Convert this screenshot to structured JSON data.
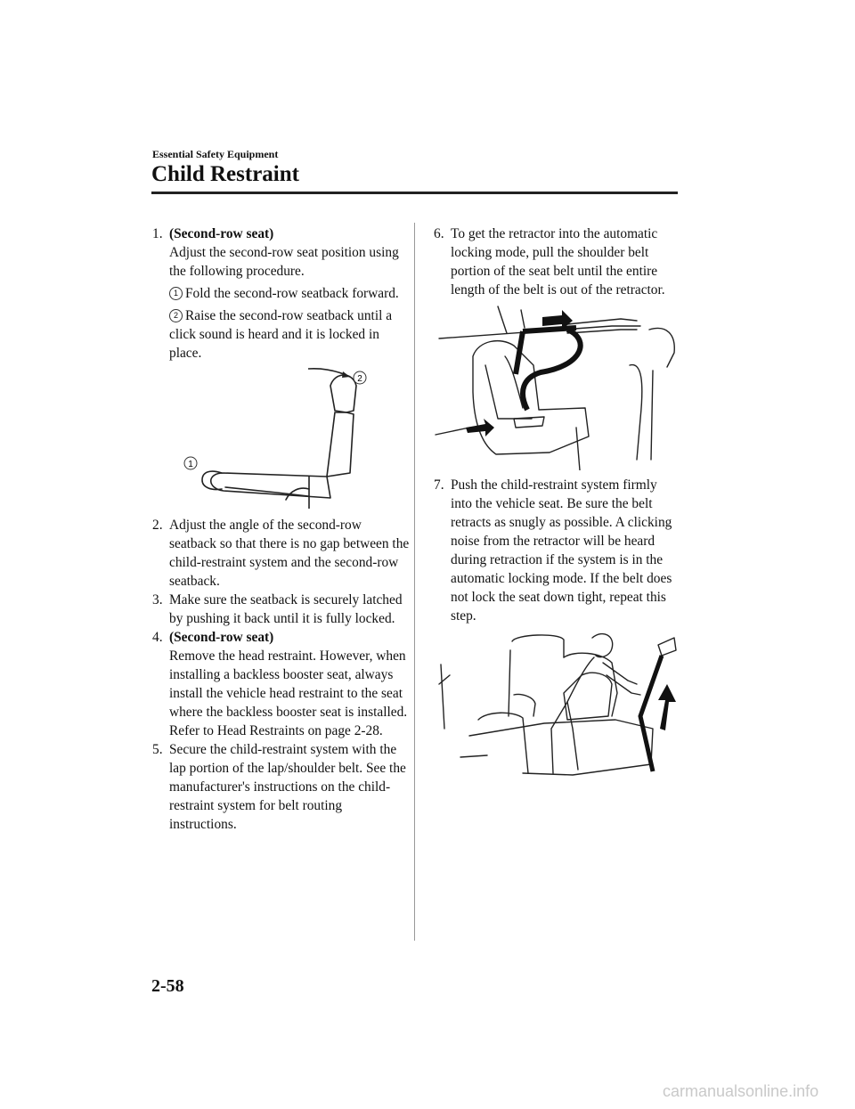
{
  "header": {
    "section": "Essential Safety Equipment",
    "title": "Child Restraint"
  },
  "left_column": {
    "step1": {
      "number": "1.",
      "heading": "(Second-row seat)",
      "text": "Adjust the second-row seat position using the following procedure.",
      "sub1_marker": "1",
      "sub1_text": "Fold the second-row seatback forward.",
      "sub2_marker": "2",
      "sub2_text": "Raise the second-row seatback until a click sound is heard and it is locked in place.",
      "figure_marker1": "1",
      "figure_marker2": "2"
    },
    "step2": {
      "number": "2.",
      "text": "Adjust the angle of the second-row seatback so that there is no gap between the child-restraint system and the second-row seatback."
    },
    "step3": {
      "number": "3.",
      "text": "Make sure the seatback is securely latched by pushing it back until it is fully locked."
    },
    "step4": {
      "number": "4.",
      "heading": "(Second-row seat)",
      "text": "Remove the head restraint. However, when installing a backless booster seat, always install the vehicle head restraint to the seat where the backless booster seat is installed.",
      "ref": "Refer to Head Restraints on page 2-28."
    },
    "step5": {
      "number": "5.",
      "text": "Secure the child-restraint system with the lap portion of the lap/shoulder belt. See the manufacturer's instructions on the child-restraint system for belt routing instructions."
    }
  },
  "right_column": {
    "step6": {
      "number": "6.",
      "text": "To get the retractor into the automatic locking mode, pull the shoulder belt portion of the seat belt until the entire length of the belt is out of the retractor."
    },
    "step7": {
      "number": "7.",
      "text": "Push the child-restraint system firmly into the vehicle seat. Be sure the belt retracts as snugly as possible. A clicking noise from the retractor will be heard during retraction if the system is in the automatic locking mode. If the belt does not lock the seat down tight, repeat this step."
    }
  },
  "footer": {
    "page_number": "2-58",
    "watermark": "carmanualsonline.info"
  }
}
